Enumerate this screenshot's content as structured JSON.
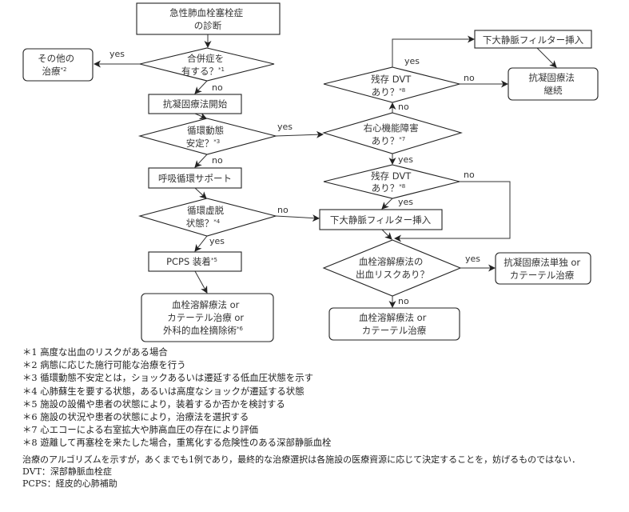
{
  "nodes": {
    "start": {
      "lines": [
        "急性肺血栓塞栓症",
        "の診断"
      ]
    },
    "q_comorbid": {
      "lines": [
        "合併症を",
        "有する？"
      ],
      "note": "*1"
    },
    "other_tx": {
      "lines": [
        "その他の",
        "治療"
      ],
      "note": "*2"
    },
    "anticoag_start": {
      "lines": [
        "抗凝固療法開始"
      ]
    },
    "q_hemo_stable": {
      "lines": [
        "循環動態",
        "安定？"
      ],
      "note": "*3"
    },
    "resp_support": {
      "lines": [
        "呼吸循環サポート"
      ]
    },
    "q_collapse": {
      "lines": [
        "循環虚脱",
        "状態？"
      ],
      "note": "*4"
    },
    "pcps": {
      "lines": [
        "PCPS 装着"
      ],
      "note": "*5"
    },
    "lysis_or_surgery": {
      "lines": [
        "血栓溶解療法 or",
        "カテーテル治療 or",
        "外科的血栓摘除術"
      ],
      "note": "*6"
    },
    "q_rv_dysfunction": {
      "lines": [
        "右心機能障害",
        "あり？"
      ],
      "note": "*7"
    },
    "q_dvt_top": {
      "lines": [
        "残存 DVT",
        "あり？"
      ],
      "note": "*8"
    },
    "ivc_filter_top": {
      "lines": [
        "下大静脈フィルター挿入"
      ]
    },
    "anticoag_continue": {
      "lines": [
        "抗凝固療法",
        "継続"
      ]
    },
    "q_dvt_mid": {
      "lines": [
        "残存 DVT",
        "あり？"
      ],
      "note": "*8"
    },
    "ivc_filter_mid": {
      "lines": [
        "下大静脈フィルター挿入"
      ]
    },
    "q_bleed_risk": {
      "lines": [
        "血栓溶解療法の",
        "出血リスクあり？"
      ]
    },
    "anticoag_alone": {
      "lines": [
        "抗凝固療法単独 or",
        "カテーテル治療"
      ]
    },
    "lysis_or_catheter": {
      "lines": [
        "血栓溶解療法 or",
        "カテーテル治療"
      ]
    }
  },
  "edge_labels": {
    "yes": "yes",
    "no": "no"
  },
  "footnotes": [
    "＊1 高度な出血のリスクがある場合",
    "＊2 病態に応じた施行可能な治療を行う",
    "＊3 循環動態不安定とは，ショックあるいは遷延する低血圧状態を示す",
    "＊4 心肺蘇生を要する状態，あるいは高度なショックが遷延する状態",
    "＊5 施設の設備や患者の状態により，装着するか否かを検討する",
    "＊6 施設の状況や患者の状態により，治療法を選択する",
    "＊7 心エコーによる右室拡大や肺高血圧の存在により評価",
    "＊8 遊離して再塞栓を来たした場合，重篤化する危険性のある深部静脈血栓"
  ],
  "footer": {
    "disclaimer": "治療のアルゴリズムを示すが，あくまでも1例であり，最終的な治療選択は各施設の医療資源に応じて決定することを，妨げるものではない．",
    "abbreviations": [
      "DVT：深部静脈血栓症",
      "PCPS：経皮的心肺補助"
    ]
  }
}
